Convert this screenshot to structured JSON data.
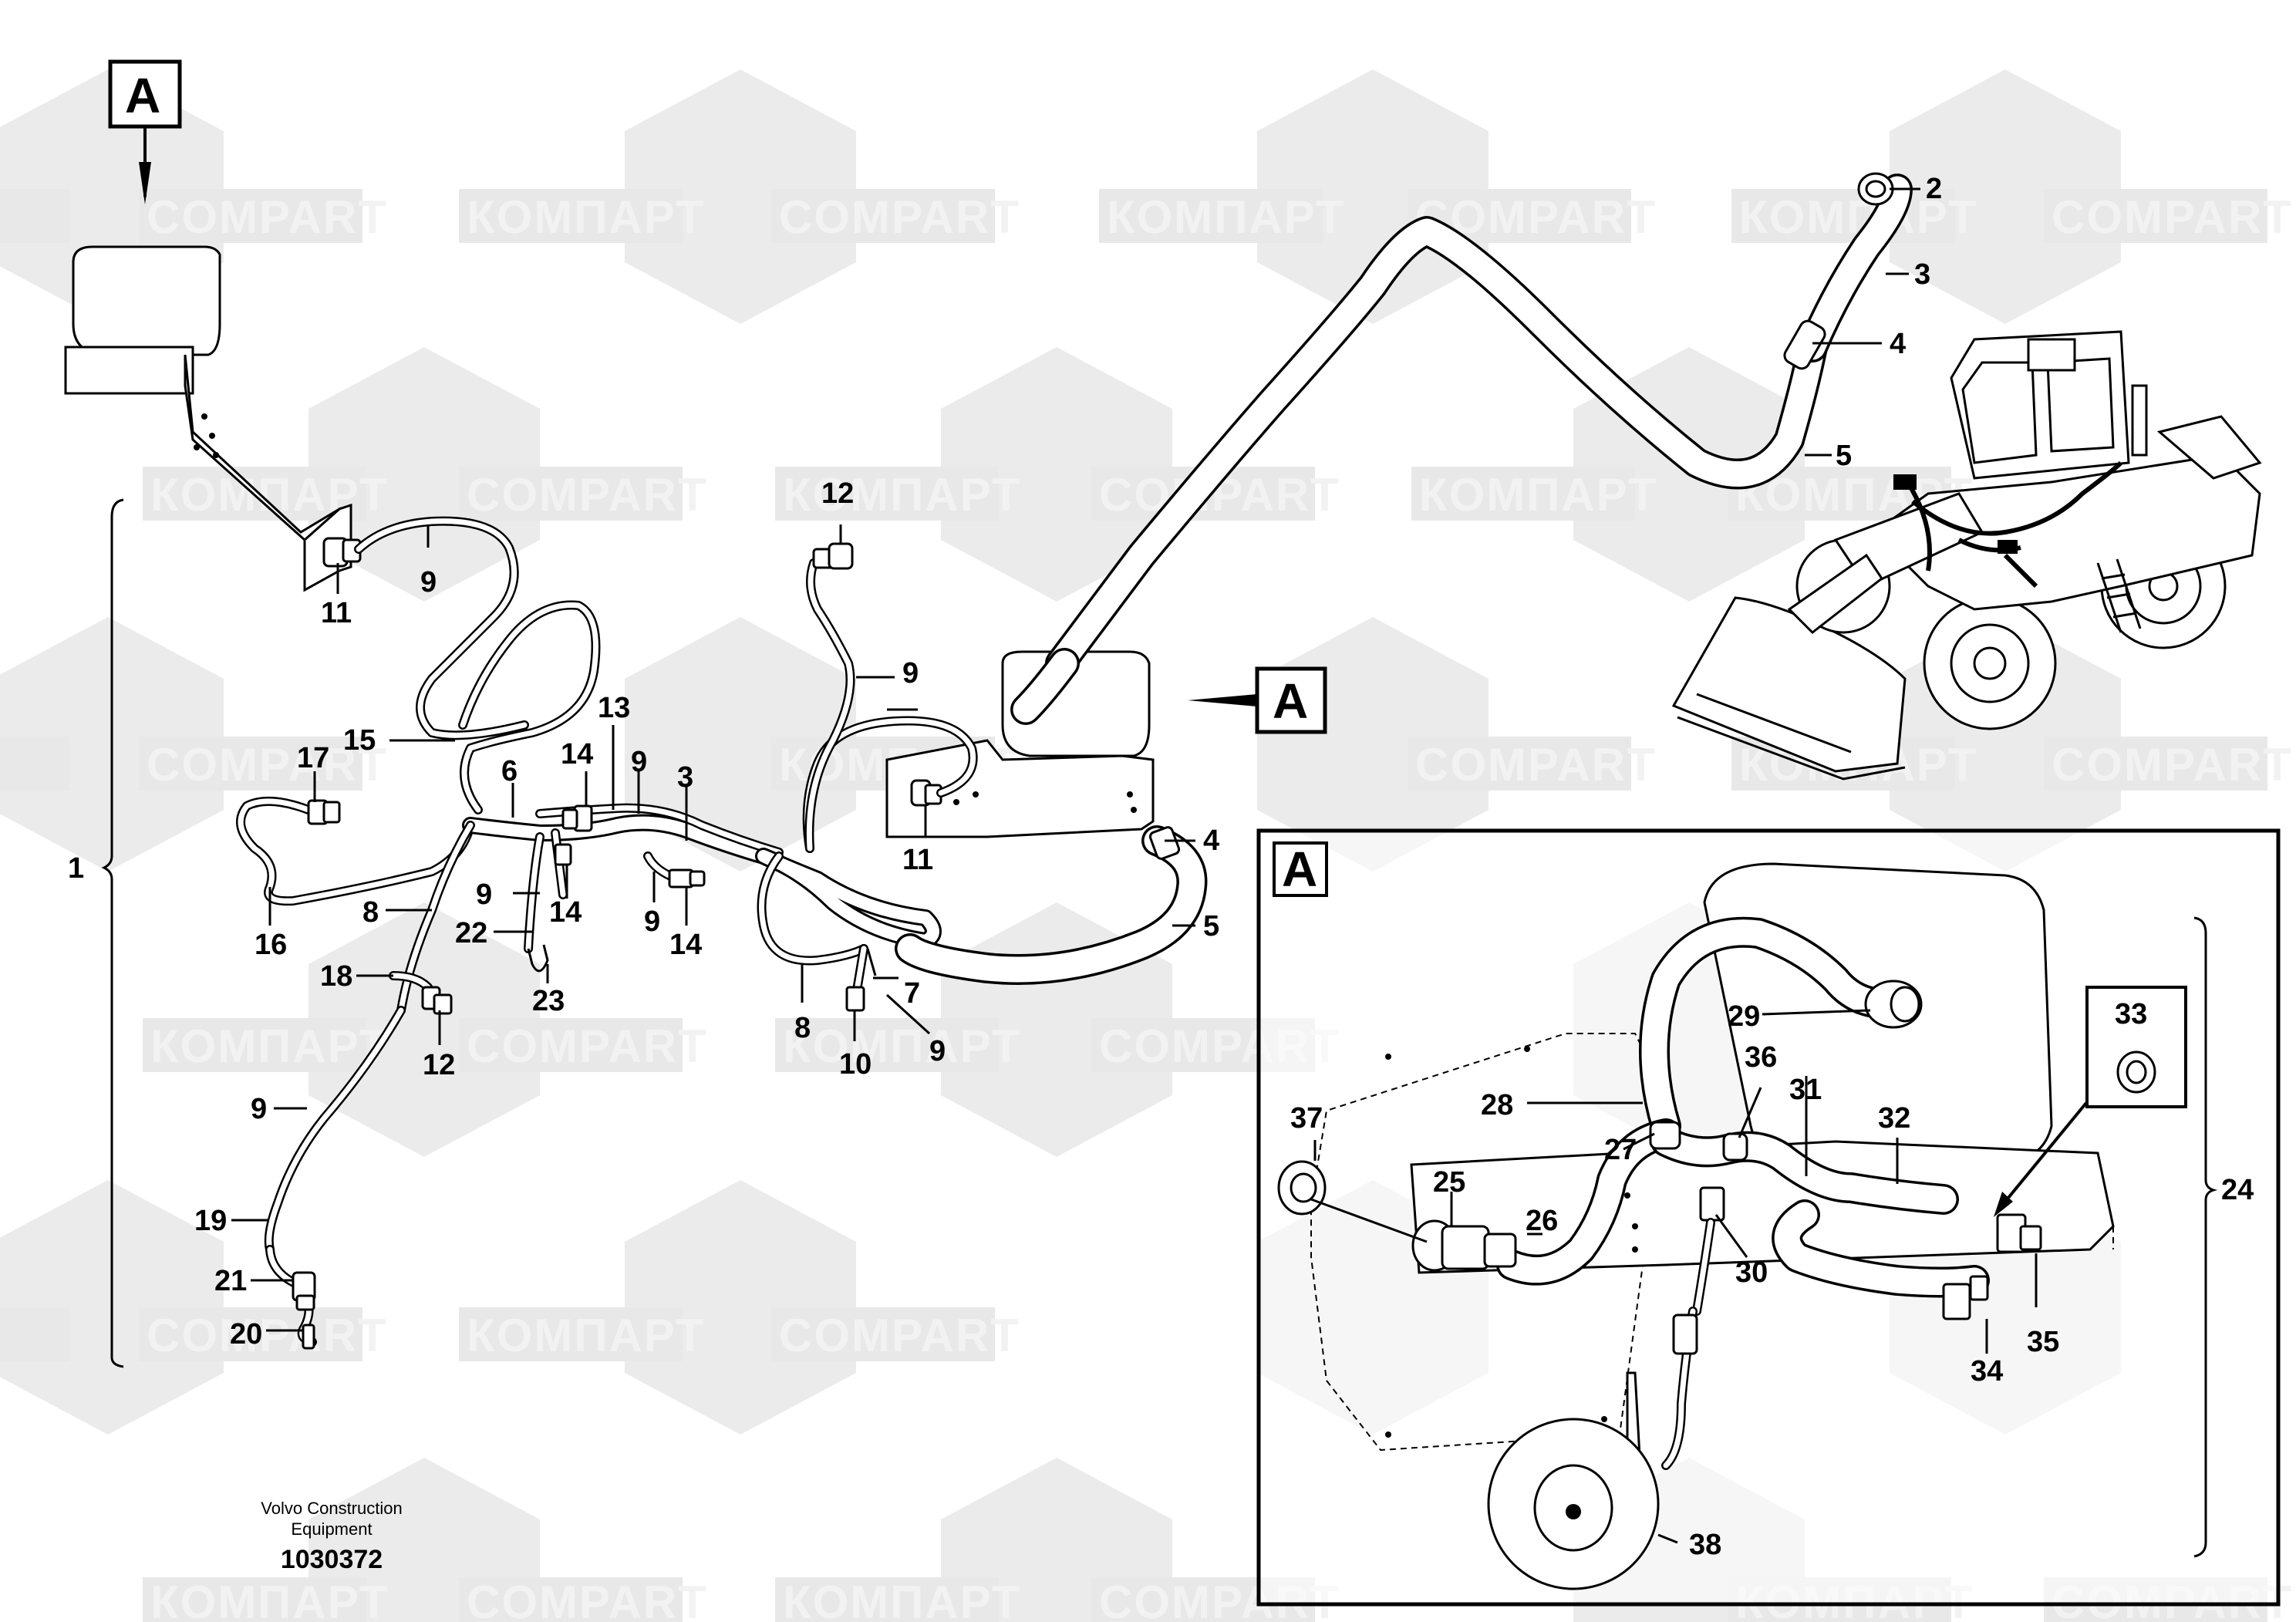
{
  "watermarks": {
    "text_cyr": "КОМПАРТ",
    "text_lat": "COMPART"
  },
  "callouts": {
    "view_marker": "A"
  },
  "labels": {
    "l1": "1",
    "l2": "2",
    "l3a": "3",
    "l3b": "3",
    "l4a": "4",
    "l4b": "4",
    "l5a": "5",
    "l5b": "5",
    "l6": "6",
    "l7": "7",
    "l8a": "8",
    "l8b": "8",
    "l9a": "9",
    "l9b": "9",
    "l9c": "9",
    "l9d": "9",
    "l9e": "9",
    "l9f": "9",
    "l9g": "9",
    "l10": "10",
    "l11a": "11",
    "l11b": "11",
    "l12a": "12",
    "l12b": "12",
    "l13": "13",
    "l14a": "14",
    "l14b": "14",
    "l14c": "14",
    "l15": "15",
    "l16": "16",
    "l17": "17",
    "l18": "18",
    "l19": "19",
    "l20": "20",
    "l21": "21",
    "l22": "22",
    "l23": "23",
    "l24": "24",
    "l25": "25",
    "l26": "26",
    "l27": "27",
    "l28": "28",
    "l29": "29",
    "l30": "30",
    "l31": "31",
    "l32": "32",
    "l33": "33",
    "l34": "34",
    "l35": "35",
    "l36": "36",
    "l37": "37",
    "l38": "38"
  },
  "footer": {
    "company_line1": "Volvo Construction",
    "company_line2": "Equipment",
    "drawing_number": "1030372"
  }
}
